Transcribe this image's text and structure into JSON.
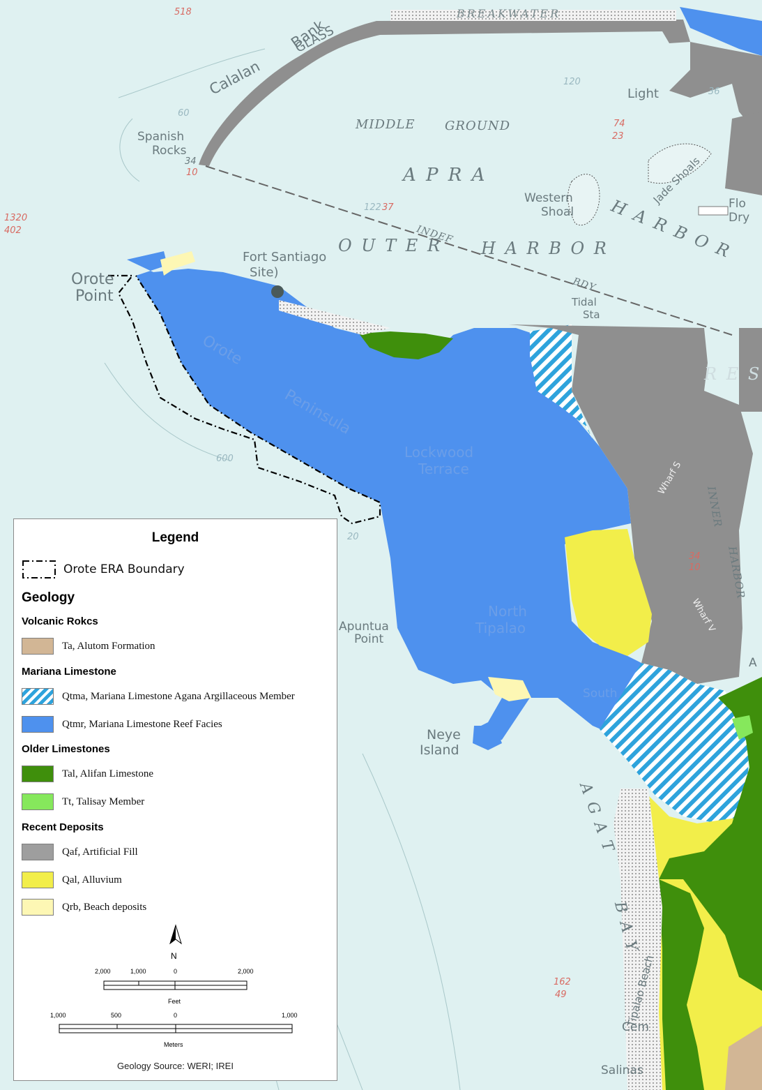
{
  "map": {
    "labels": {
      "breakwater": "BREAKWATER",
      "glass": "GLASS",
      "bank": "Bank",
      "calalan": "Calalan",
      "spanish": "Spanish",
      "rocks": "Rocks",
      "middle": "MIDDLE",
      "ground": "GROUND",
      "apra": "A P R A",
      "harbor_ne": "H A R B O R",
      "outer": "O U T E R",
      "harbor_mid": "H A R B O R",
      "indef": "INDEF",
      "bdy": "BDY",
      "fort_santiago": "Fort Santiago",
      "site": "Site)",
      "orote": "Orote",
      "point": "Point",
      "light": "Light",
      "western": "Western",
      "shoal": "Shoal",
      "jade_shoals": "Jade Shoals",
      "flo": "Flo",
      "dry": "Dry",
      "tidal": "Tidal",
      "sta": "Sta",
      "res": "R E S",
      "wharf_s": "Wharf S",
      "inner": "INNER",
      "harbor_inner": "HARBOR",
      "wharf_v": "Wharf V",
      "apuntua": "Apuntua",
      "apuntua_point": "Point",
      "neye": "Neye",
      "island": "Island",
      "agat": "A G A T",
      "bay": "B A Y",
      "tipalao": "Tipalao Beach",
      "lockwood": "Lockwood",
      "terrace": "Terrace",
      "orote_faint": "Orote",
      "peninsula": "Peninsula",
      "north": "North",
      "tipalao_faint": "Tipalao",
      "south": "South",
      "cem": "Cem",
      "salinas": "Salinas",
      "a_right": "A",
      "n518": "518",
      "n1320": "1320",
      "n402": "402",
      "n34": "34",
      "n10": "10",
      "n74": "74",
      "n23": "23",
      "n37": "37",
      "n122": "122",
      "n36": "36",
      "n120": "120",
      "n60": "60",
      "n600": "600",
      "n34b": "34",
      "n10b": "10",
      "n162": "162",
      "n49": "49",
      "n20": "20"
    }
  },
  "legend": {
    "title": "Legend",
    "boundary": "Orote ERA Boundary",
    "geology": "Geology",
    "groups": [
      {
        "heading": "Volcanic Rokcs",
        "items": [
          {
            "label": "Ta, Alutom Formation",
            "color": "#d2b695"
          }
        ]
      },
      {
        "heading": "Mariana Limestone",
        "items": [
          {
            "label": "Qtma, Mariana Limestone Agana Argillaceous Member",
            "color": "#2ea3dc",
            "pattern": "hatch"
          },
          {
            "label": "Qtmr, Mariana Limestone Reef Facies",
            "color": "#4e91ee"
          }
        ]
      },
      {
        "heading": "Older Limestones",
        "items": [
          {
            "label": "Tal, Alifan Limestone",
            "color": "#3f8f0c"
          },
          {
            "label": "Tt, Talisay Member",
            "color": "#86e85c"
          }
        ]
      },
      {
        "heading": "Recent Deposits",
        "items": [
          {
            "label": "Qaf, Artificial Fill",
            "color": "#9e9e9e"
          },
          {
            "label": "Qal, Alluvium",
            "color": "#f2ee4a"
          },
          {
            "label": "Qrb, Beach deposits",
            "color": "#fdf7b4"
          }
        ]
      }
    ],
    "north": "N",
    "scale_feet": {
      "ticks": [
        "2,000",
        "1,000",
        "0",
        "2,000"
      ],
      "unit": "Feet"
    },
    "scale_meters": {
      "ticks": [
        "1,000",
        "500",
        "0",
        "1,000"
      ],
      "unit": "Meters"
    },
    "source": "Geology Source: WERI; IREI"
  }
}
